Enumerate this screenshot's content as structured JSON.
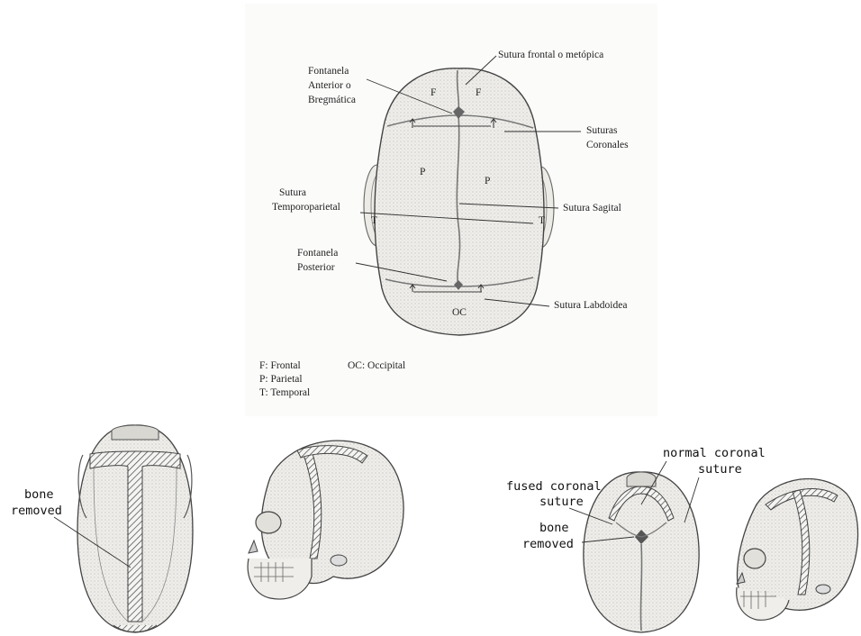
{
  "top_diagram": {
    "bone_letters": {
      "frontal_left": "F",
      "frontal_right": "F",
      "parietal_left": "P",
      "parietal_right": "P",
      "temporal_left": "T",
      "temporal_right": "T",
      "occipital": "OC"
    },
    "labels": {
      "sutura_frontal": "Sutura frontal o metópica",
      "fontanela_anterior_1": "Fontanela",
      "fontanela_anterior_2": "Anterior o",
      "fontanela_anterior_3": "Bregmática",
      "suturas_coronales_1": "Suturas",
      "suturas_coronales_2": "Coronales",
      "sutura_temporoparietal_1": "Sutura",
      "sutura_temporoparietal_2": "Temporoparietal",
      "sutura_sagital": "Sutura Sagital",
      "fontanela_posterior_1": "Fontanela",
      "fontanela_posterior_2": "Posterior",
      "sutura_labdoidea": "Sutura Labdoidea"
    },
    "legend": {
      "frontal": "F: Frontal",
      "parietal": "P: Parietal",
      "temporal": "T: Temporal",
      "occipital": "OC: Occipital"
    }
  },
  "bottom_left": {
    "label_1": "bone",
    "label_2": "removed"
  },
  "bottom_right": {
    "normal_coronal_1": "normal coronal",
    "normal_coronal_2": "suture",
    "fused_coronal_1": "fused coronal",
    "fused_coronal_2": "suture",
    "bone_removed_1": "bone",
    "bone_removed_2": "removed"
  }
}
